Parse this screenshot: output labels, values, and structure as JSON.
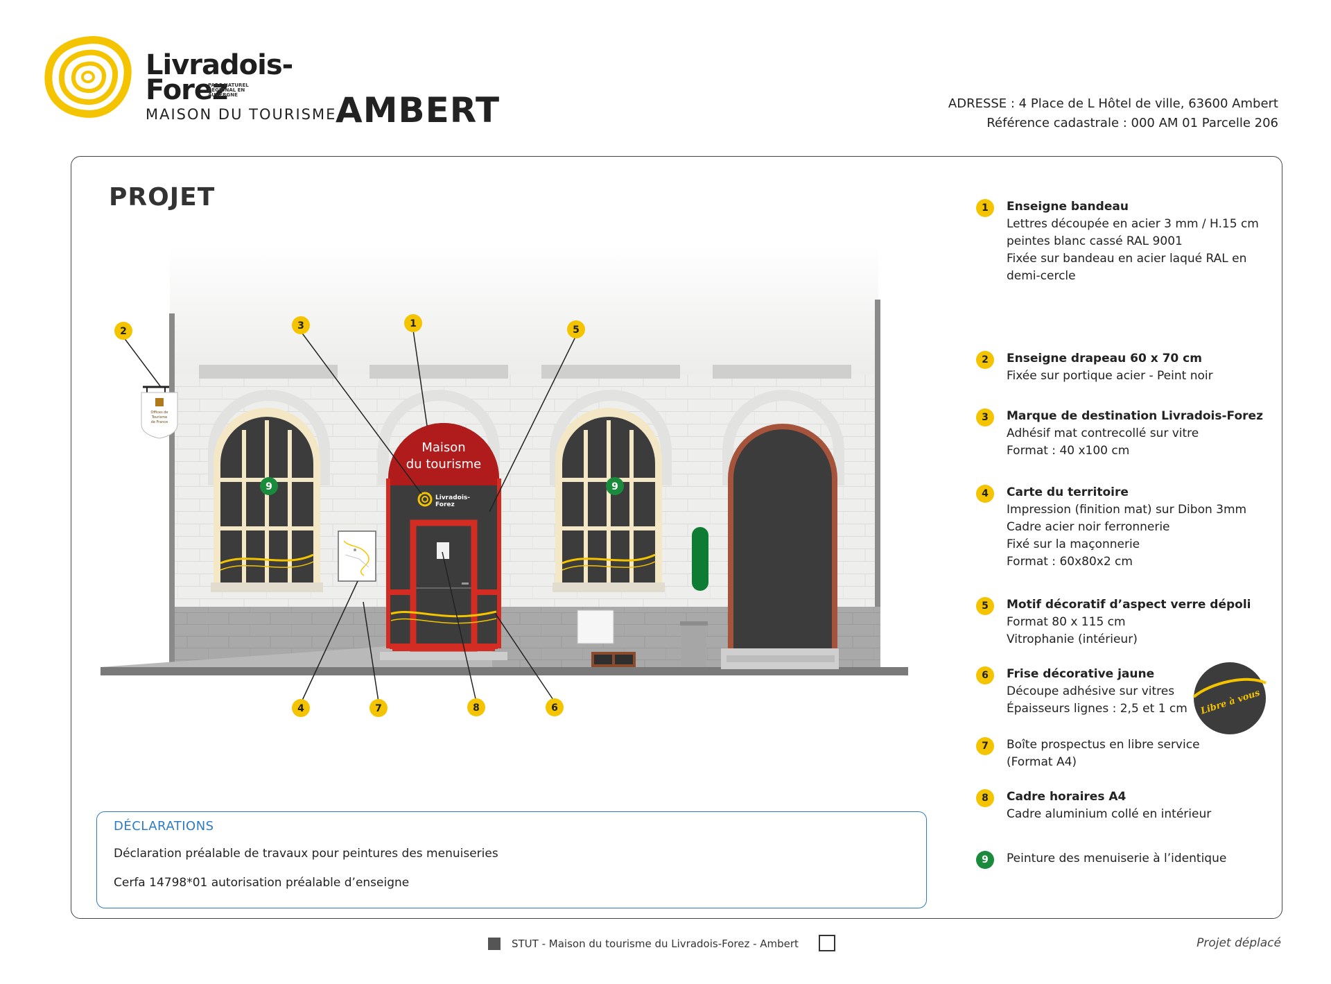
{
  "header": {
    "logo_line1": "Livradois-",
    "logo_line2": "Forez",
    "logo_sub": "PARC NATUREL RÉGIONAL EN AUVERGNE",
    "maison": "MAISON DU TOURISME",
    "ambert": "AMBERT",
    "address": "ADRESSE : 4 Place de L Hôtel de ville, 63600 Ambert",
    "cadastre": "Référence cadastrale : 000 AM 01 Parcelle 206"
  },
  "section_title": "PROJET",
  "drawing": {
    "sign_text_1": "Maison",
    "sign_text_2": "du tourisme",
    "door_logo_1": "Livradois-",
    "door_logo_2": "Forez",
    "flag_text_1": "Offices de",
    "flag_text_2": "Tourisme",
    "flag_text_3": "de France",
    "sticker_text": "Libre à vous",
    "callouts": [
      "1",
      "2",
      "3",
      "4",
      "5",
      "6",
      "7",
      "8",
      "9",
      "9"
    ]
  },
  "legend": [
    {
      "num": "1",
      "title": "Enseigne bandeau",
      "desc": "Lettres découpée en acier 3 mm / H.15 cm\npeintes blanc cassé RAL 9001\nFixée sur bandeau en acier laqué RAL en\ndemi-cercle",
      "color": "#f5c400"
    },
    {
      "num": "2",
      "title": "Enseigne drapeau 60 x 70 cm",
      "desc": "Fixée sur portique acier - Peint noir",
      "color": "#f5c400"
    },
    {
      "num": "3",
      "title": "Marque de destination Livradois-Forez",
      "desc": "Adhésif mat contrecollé sur vitre\nFormat : 40 x100 cm",
      "color": "#f5c400"
    },
    {
      "num": "4",
      "title": "Carte du territoire",
      "desc": "Impression (finition mat) sur Dibon 3mm\nCadre acier noir ferronnerie\nFixé sur la maçonnerie\nFormat : 60x80x2 cm",
      "color": "#f5c400"
    },
    {
      "num": "5",
      "title": "Motif décoratif d’aspect verre dépoli",
      "desc": "Format 80 x 115 cm\nVitrophanie (intérieur)",
      "color": "#f5c400"
    },
    {
      "num": "6",
      "title": "Frise décorative jaune",
      "desc": "Découpe adhésive sur vitres\nÉpaisseurs lignes : 2,5 et 1 cm",
      "color": "#f5c400"
    },
    {
      "num": "7",
      "title": "",
      "desc": "Boîte prospectus en libre service\n(Format A4)",
      "color": "#f5c400"
    },
    {
      "num": "8",
      "title": "Cadre horaires A4",
      "desc": "Cadre aluminium collé en intérieur",
      "color": "#f5c400"
    },
    {
      "num": "9",
      "title": "",
      "desc": "Peinture des menuiserie à l’identique",
      "color": "#1a8a3c"
    }
  ],
  "declarations": {
    "title": "DÉCLARATIONS",
    "line1": "Déclaration préalable de travaux pour peintures des menuiseries",
    "line2": "Cerfa  14798*01 autorisation préalable d’enseigne"
  },
  "footer": {
    "text": "STUT - Maison du tourisme du Livradois-Forez - Ambert",
    "right": "Projet déplacé"
  },
  "colors": {
    "yellow": "#f5c400",
    "green": "#1a8a3c",
    "red": "#d32c23",
    "dark_red": "#b01c1c",
    "blue": "#2e7bc4",
    "dark_grey": "#3c3c3c"
  }
}
